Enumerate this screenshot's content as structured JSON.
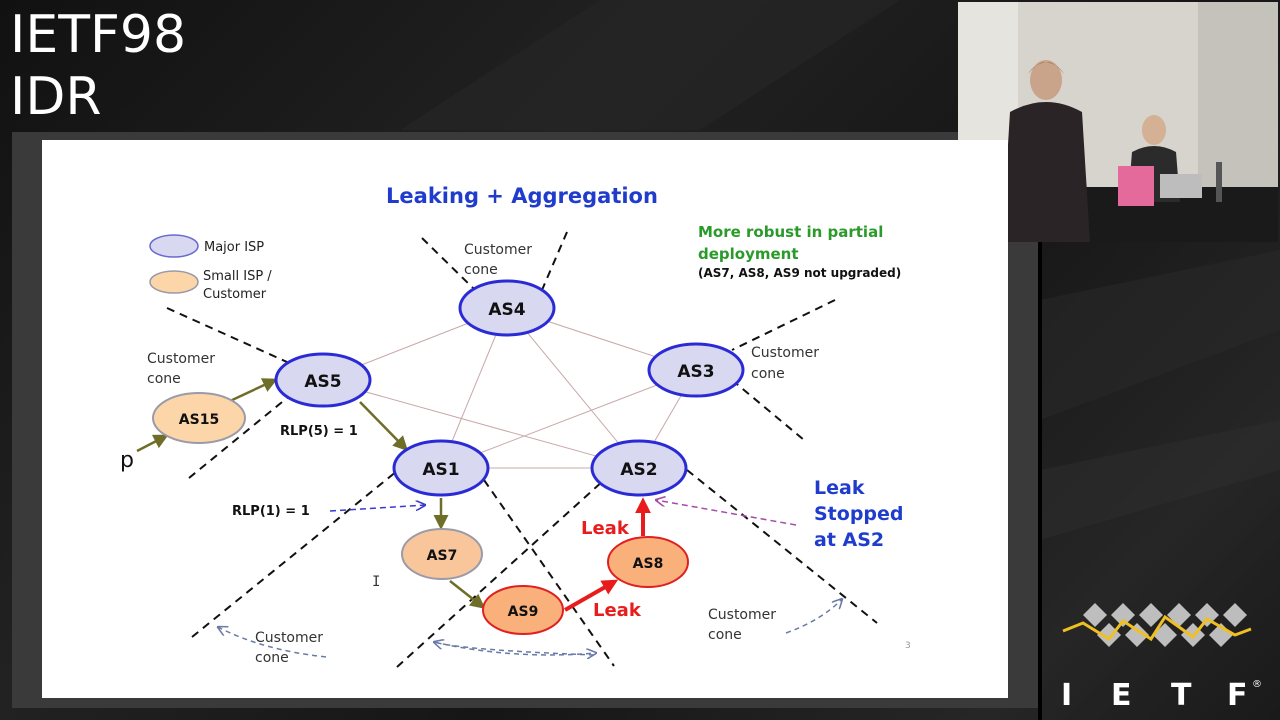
{
  "session": {
    "line1": "IETF98",
    "line2": "IDR"
  },
  "slide": {
    "title": "Leaking + Aggregation",
    "page_number": "3",
    "legend": {
      "major": "Major ISP",
      "small_line1": "Small ISP /",
      "small_line2": "Customer"
    },
    "note": {
      "line1": "More robust in partial",
      "line2": "deployment",
      "line3": "(AS7, AS8, AS9 not upgraded)"
    },
    "nodes": {
      "as1": "AS1",
      "as2": "AS2",
      "as3": "AS3",
      "as4": "AS4",
      "as5": "AS5",
      "as7": "AS7",
      "as8": "AS8",
      "as9": "AS9",
      "as15": "AS15"
    },
    "labels": {
      "cone_top_1": "Customer",
      "cone_top_2": "cone",
      "cone_left_1": "Customer",
      "cone_left_2": "cone",
      "cone_right_1": "Customer",
      "cone_right_2": "cone",
      "cone_bottom_left_1": "Customer",
      "cone_bottom_left_2": "cone",
      "cone_bottom_right_1": "Customer",
      "cone_bottom_right_2": "cone",
      "rlp5": "RLP(5) = 1",
      "rlp1": "RLP(1) = 1",
      "p": "p",
      "leak_upper": "Leak",
      "leak_lower": "Leak",
      "stopped_1": "Leak",
      "stopped_2": "Stopped",
      "stopped_3": "at AS2"
    },
    "colors": {
      "major_fill": "#d8d8f0",
      "major_stroke": "#2b2bd6",
      "small_fill": "#fcd5a8",
      "small_stroke": "#e3a86a",
      "leak_fill": "#f9b07a",
      "leak_stroke": "#e02020",
      "title": "#1f3ccc",
      "note": "#2a9a2a",
      "leak": "#e81c1c",
      "arrow_olive": "#6e6e28"
    }
  },
  "logo": {
    "letters": [
      "I",
      "E",
      "T",
      "F"
    ],
    "mark": "®"
  }
}
